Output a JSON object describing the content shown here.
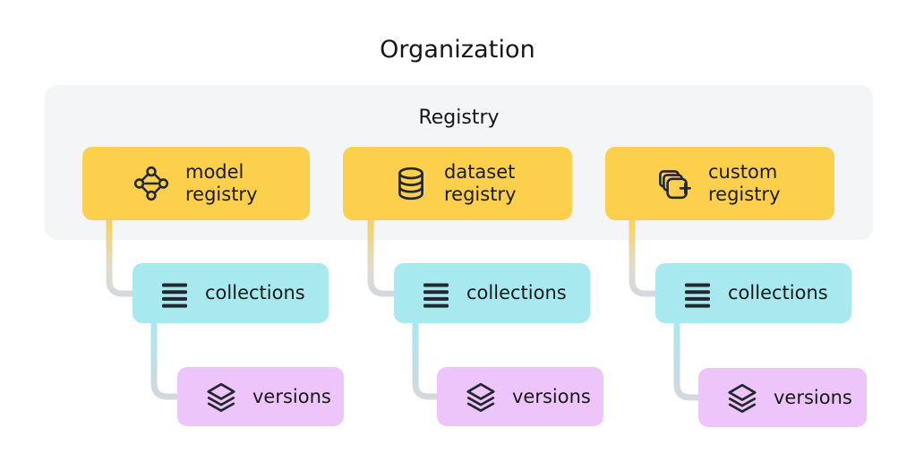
{
  "diagram": {
    "title": "Organization",
    "panel": {
      "title": "Registry",
      "background_color": "#f4f5f7"
    },
    "colors": {
      "registry_card": "#fccf4d",
      "collections_card": "#a7e9ef",
      "versions_card": "#edc5fa",
      "text": "#1a1a1a",
      "connector_gray": "#d5d8dc",
      "page_background": "#ffffff"
    },
    "columns": [
      {
        "registry": {
          "label": "model\nregistry",
          "icon": "model-graph-icon"
        },
        "collections": {
          "label": "collections",
          "icon": "list-lines-icon"
        },
        "versions": {
          "label": "versions",
          "icon": "layers-stack-icon"
        }
      },
      {
        "registry": {
          "label": "dataset\nregistry",
          "icon": "database-cylinder-icon"
        },
        "collections": {
          "label": "collections",
          "icon": "list-lines-icon"
        },
        "versions": {
          "label": "versions",
          "icon": "layers-stack-icon"
        }
      },
      {
        "registry": {
          "label": "custom\nregistry",
          "icon": "stacked-squares-plus-icon"
        },
        "collections": {
          "label": "collections",
          "icon": "list-lines-icon"
        },
        "versions": {
          "label": "versions",
          "icon": "layers-stack-icon"
        }
      }
    ]
  }
}
